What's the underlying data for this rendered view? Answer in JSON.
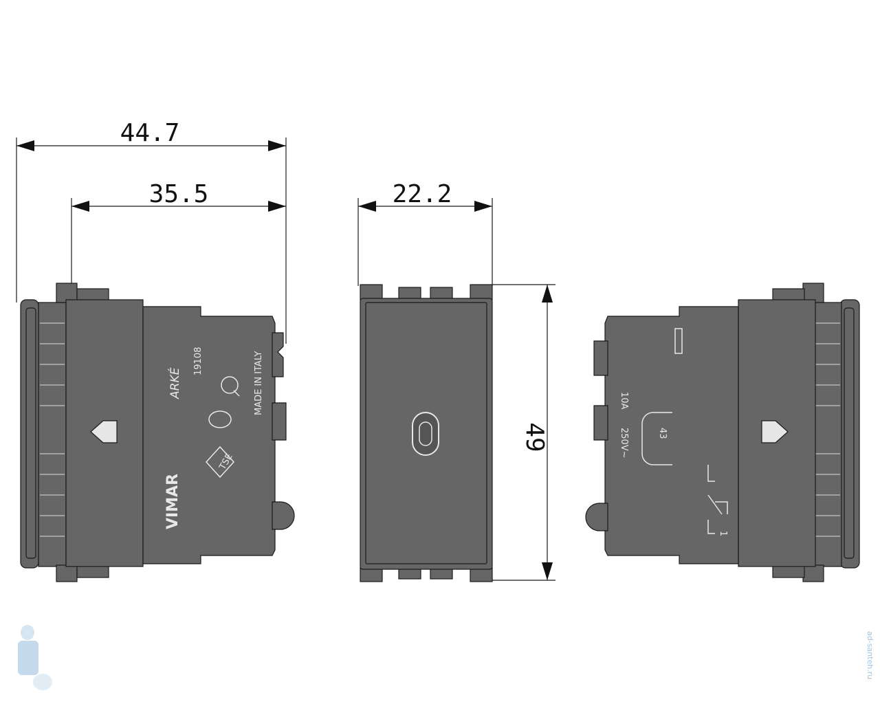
{
  "dimensions": {
    "overall_depth": "44.7",
    "body_depth": "35.5",
    "width": "22.2",
    "height": "49"
  },
  "markings": {
    "brand": "VIMAR",
    "series": "ARKÉ",
    "code": "19108",
    "origin": "MADE IN ITALY",
    "cert_tse": "TSE",
    "rating_current": "10A",
    "rating_voltage": "250V~",
    "strip_length": "43",
    "contact_label": "1"
  },
  "watermark": {
    "site_text": "ad-santeh.ru"
  },
  "colors": {
    "line": "#1a1a1a",
    "body": "#666666",
    "watermark": "#9ec3e0"
  }
}
